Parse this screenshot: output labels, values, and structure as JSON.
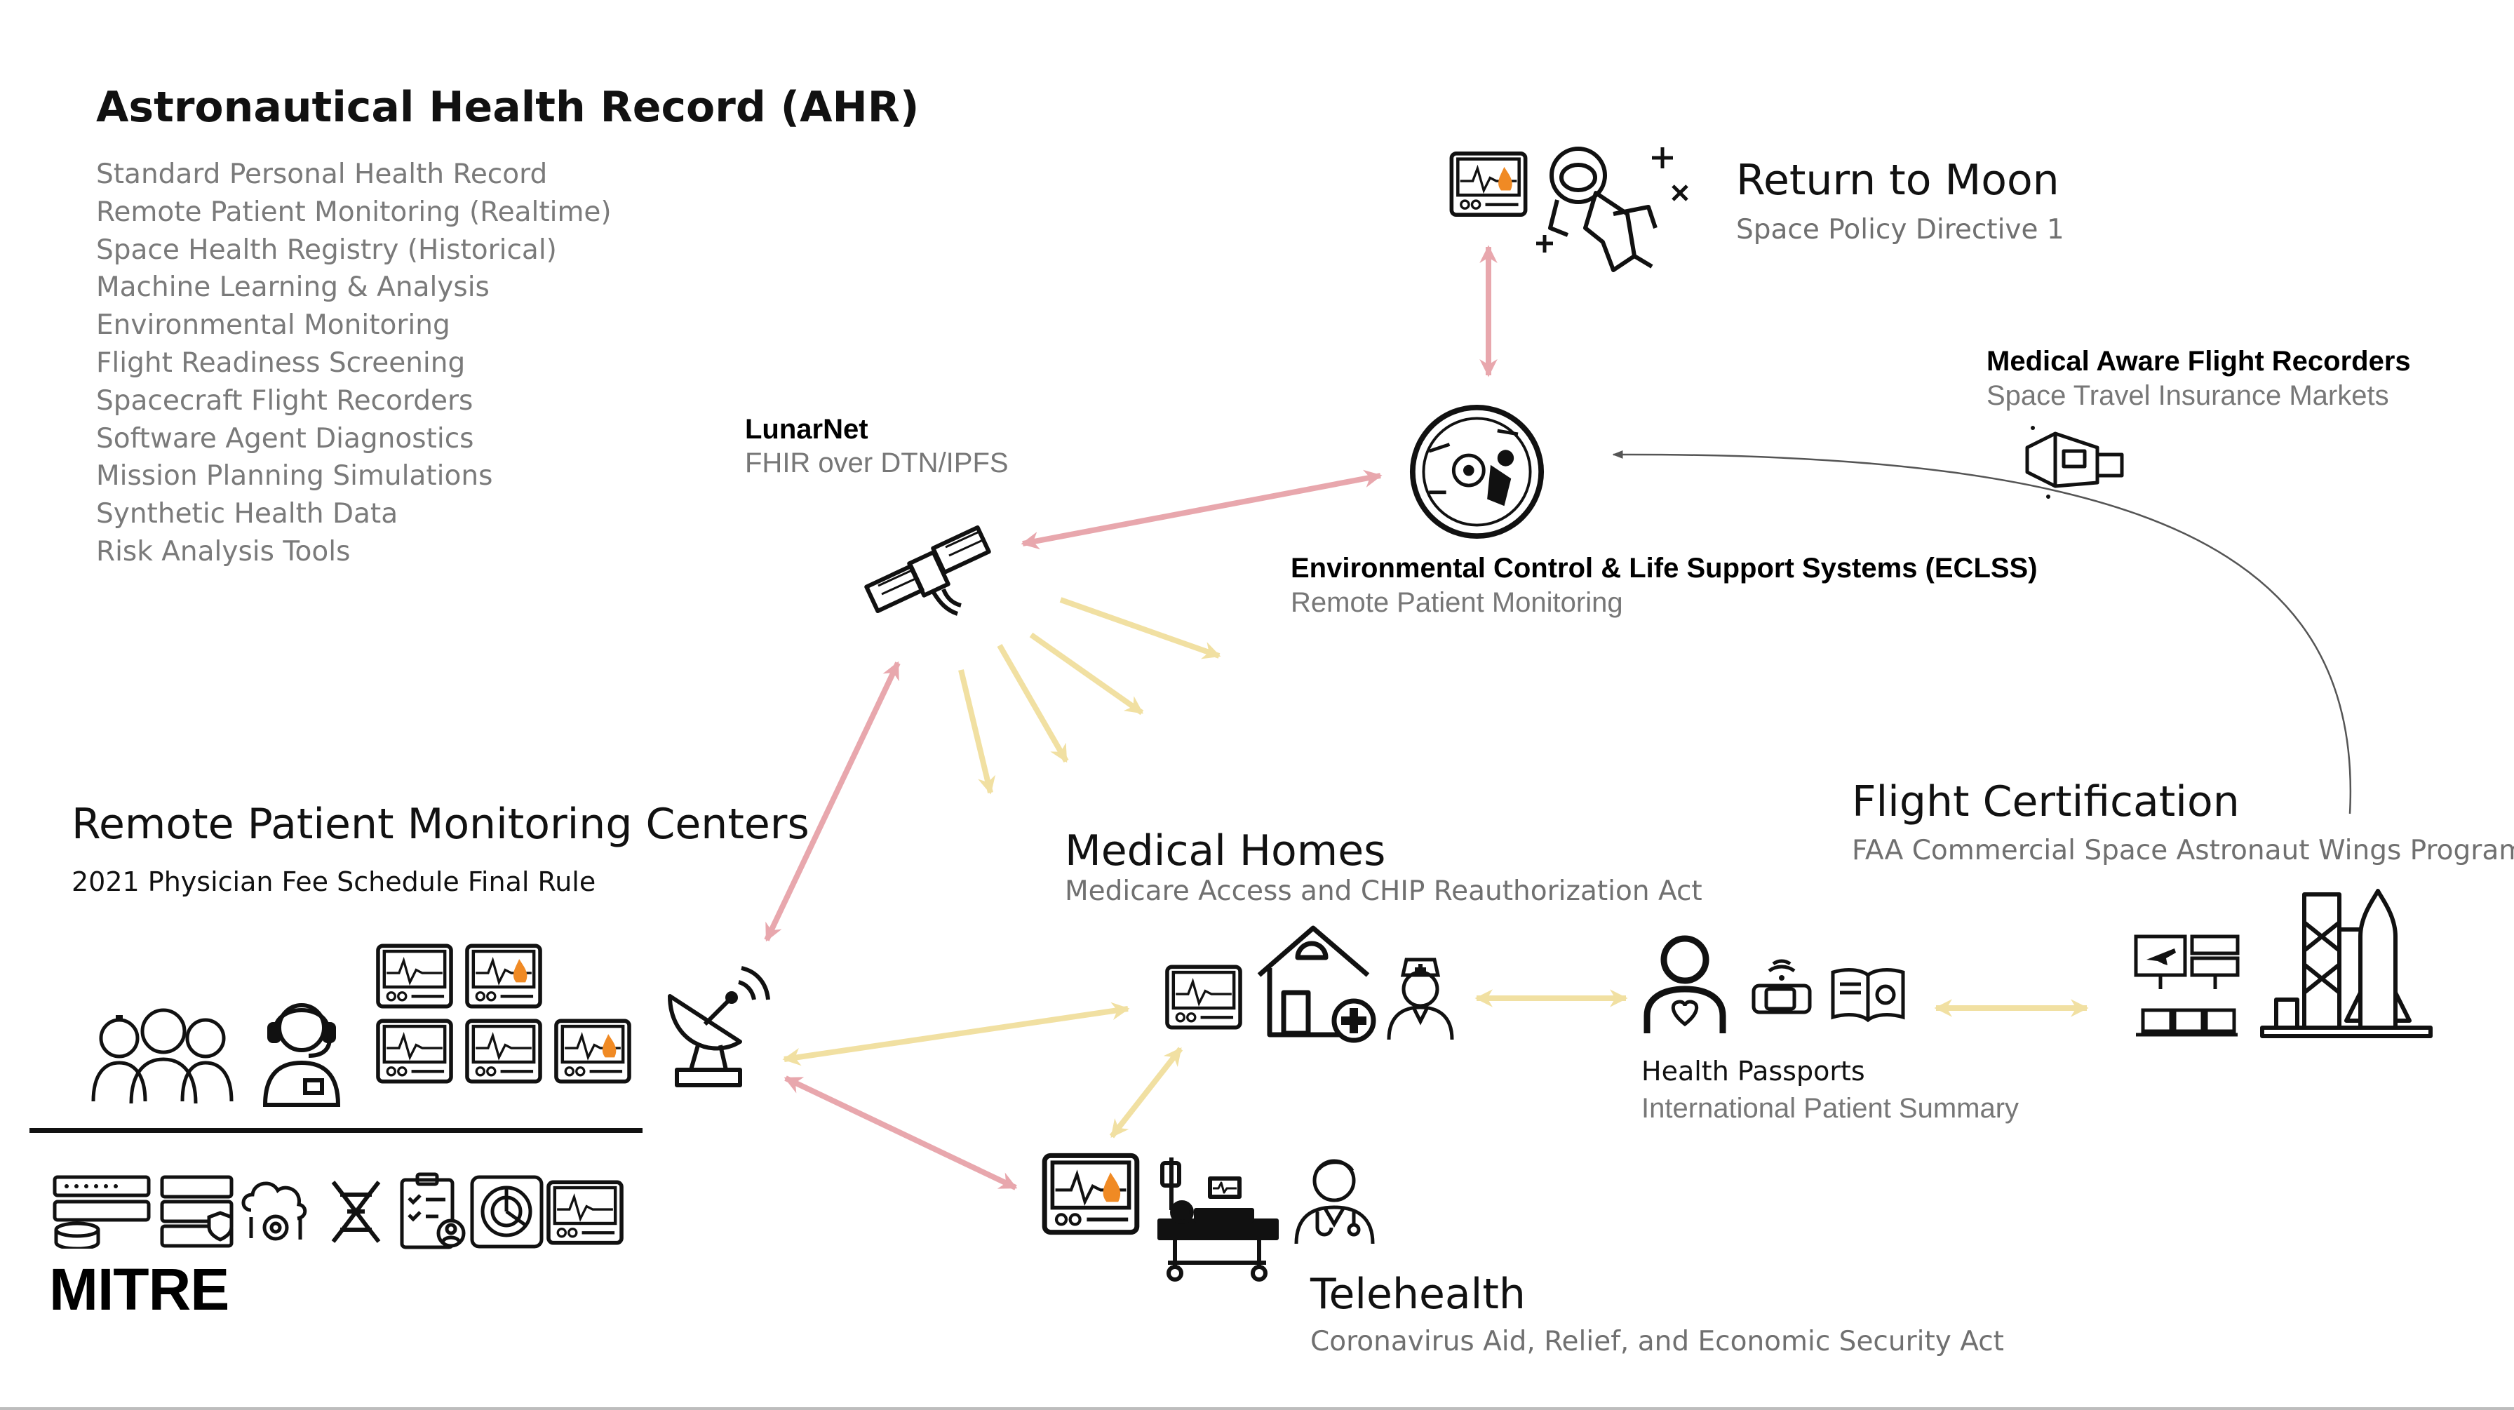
{
  "ahr": {
    "title": "Astronautical Health Record (AHR)",
    "items": [
      "Standard Personal Health Record",
      "Remote Patient Monitoring (Realtime)",
      "Space Health Registry (Historical)",
      "Machine Learning & Analysis",
      "Environmental Monitoring",
      "Flight Readiness Screening",
      "Spacecraft Flight Recorders",
      "Software Agent Diagnostics",
      "Mission Planning Simulations",
      "Synthetic Health Data",
      "Risk Analysis Tools"
    ]
  },
  "moon": {
    "title": "Return to Moon",
    "subtitle": "Space Policy Directive 1"
  },
  "flight_recorders": {
    "title": "Medical Aware Flight Recorders",
    "subtitle": "Space Travel Insurance Markets"
  },
  "lunarnet": {
    "title": "LunarNet",
    "subtitle": "FHIR over DTN/IPFS"
  },
  "eclss": {
    "title": "Environmental Control & Life Support Systems (ECLSS)",
    "subtitle": "Remote Patient Monitoring"
  },
  "rpm_centers": {
    "title": "Remote Patient Monitoring Centers",
    "subtitle": "2021 Physician Fee Schedule Final Rule"
  },
  "medical_homes": {
    "title": "Medical Homes",
    "subtitle": "Medicare Access and CHIP Reauthorization Act"
  },
  "flight_cert": {
    "title": "Flight Certification",
    "subtitle": "FAA Commercial Space Astronaut Wings Program"
  },
  "health_passports": {
    "title": "Health Passports",
    "subtitle": "International Patient Summary"
  },
  "telehealth": {
    "title": "Telehealth",
    "subtitle": "Coronavirus Aid, Relief, and Economic Security Act"
  },
  "logo": {
    "text": "MITRE"
  },
  "colors": {
    "pink_arrow": "#e8a7ad",
    "yellow_arrow": "#f1e0a2",
    "curve": "#555555",
    "flame": "#f08a24"
  }
}
